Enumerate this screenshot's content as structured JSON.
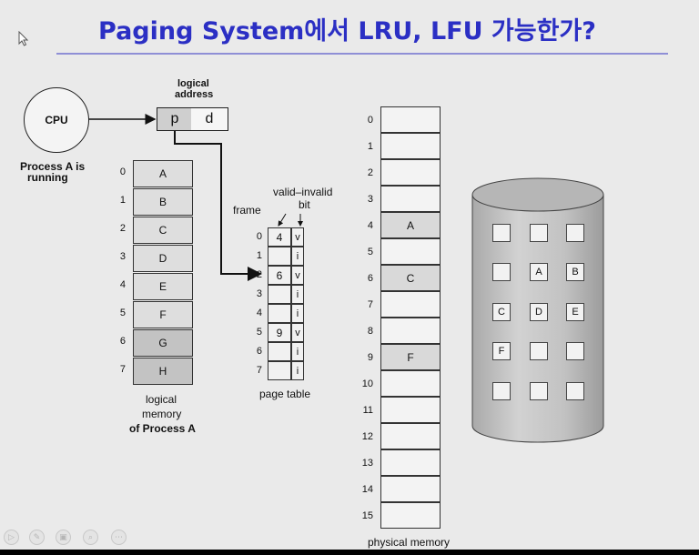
{
  "title": "Paging System에서 LRU, LFU 가능한가?",
  "cpu_label": "CPU",
  "process_status": [
    "Process A is",
    "running"
  ],
  "logical_address": {
    "label": [
      "logical",
      "address"
    ],
    "page": "p",
    "offset": "d"
  },
  "logical_memory": {
    "indices": [
      "0",
      "1",
      "2",
      "3",
      "4",
      "5",
      "6",
      "7"
    ],
    "pages": [
      "A",
      "B",
      "C",
      "D",
      "E",
      "F",
      "G",
      "H"
    ],
    "caption": [
      "logical",
      "memory",
      "of Process A"
    ]
  },
  "page_table": {
    "frame_label": "frame",
    "valid_label": [
      "valid–invalid",
      "bit"
    ],
    "indices": [
      "0",
      "1",
      "2",
      "3",
      "4",
      "5",
      "6",
      "7"
    ],
    "frames": [
      "4",
      "",
      "6",
      "",
      "",
      "9",
      "",
      ""
    ],
    "bits": [
      "v",
      "i",
      "v",
      "i",
      "i",
      "v",
      "i",
      "i"
    ],
    "caption": "page table"
  },
  "physical_memory": {
    "indices": [
      "0",
      "1",
      "2",
      "3",
      "4",
      "5",
      "6",
      "7",
      "8",
      "9",
      "10",
      "11",
      "12",
      "13",
      "14",
      "15"
    ],
    "contents": [
      "",
      "",
      "",
      "",
      "A",
      "",
      "C",
      "",
      "",
      "F",
      "",
      "",
      "",
      "",
      "",
      ""
    ],
    "caption": "physical memory"
  },
  "disk": {
    "rows": [
      [
        "",
        "",
        ""
      ],
      [
        "",
        "A",
        "B"
      ],
      [
        "C",
        "D",
        "E"
      ],
      [
        "F",
        "",
        ""
      ],
      [
        "",
        "",
        ""
      ]
    ]
  },
  "toolbar": {
    "icons": [
      "play-icon",
      "pen-icon",
      "slides-icon",
      "zoom-icon",
      "more-icon"
    ],
    "glyphs": [
      "▷",
      "✎",
      "▣",
      "⌕",
      "⋯"
    ]
  }
}
